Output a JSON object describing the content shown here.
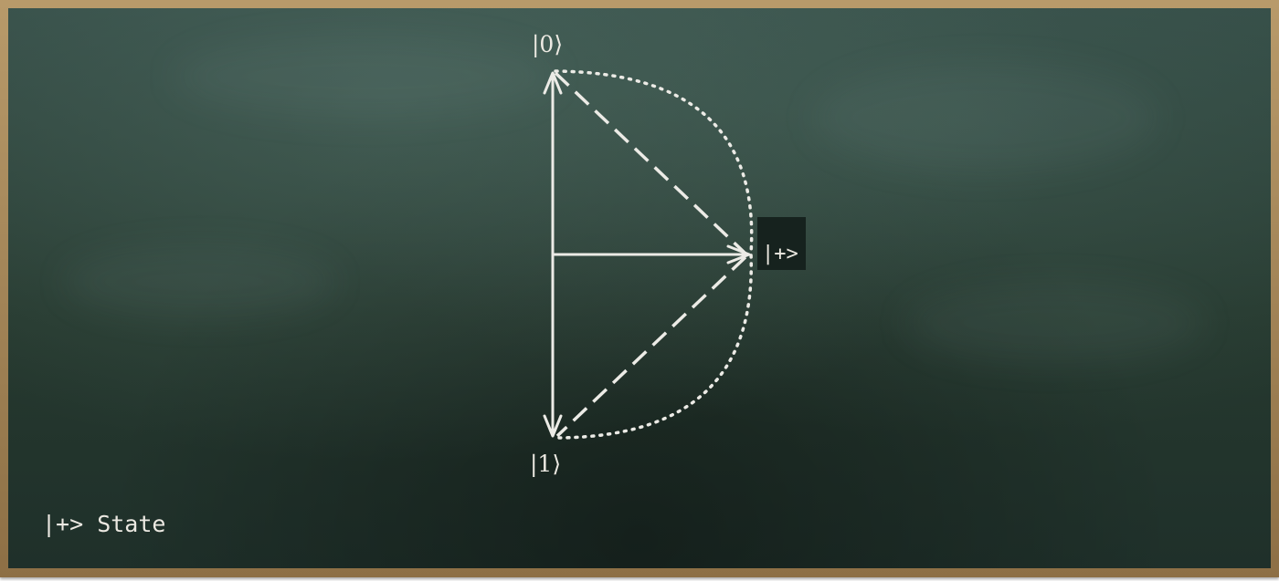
{
  "diagram": {
    "label_ket0": "|0⟩",
    "label_ket1": "|1⟩",
    "label_plus": "|+>"
  },
  "caption": "|+> State"
}
